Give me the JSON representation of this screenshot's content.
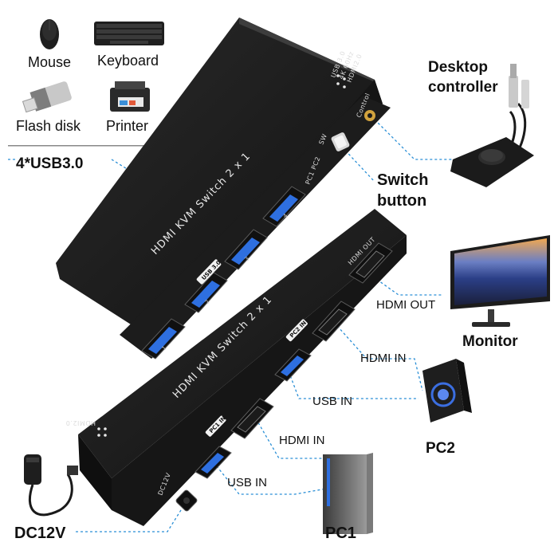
{
  "peripherals": {
    "mouse": "Mouse",
    "keyboard": "Keyboard",
    "flash_disk": "Flash disk",
    "printer": "Printer",
    "usb_ports": "4*USB3.0"
  },
  "callouts": {
    "desktop_controller_line1": "Desktop",
    "desktop_controller_line2": "controller",
    "switch_button_line1": "Switch",
    "switch_button_line2": "button",
    "hdmi_out": "HDMI OUT",
    "monitor": "Monitor",
    "hdmi_in_pc2": "HDMI IN",
    "usb_in_pc2": "USB IN",
    "pc2": "PC2",
    "hdmi_in_pc1": "HDMI IN",
    "usb_in_pc1": "USB IN",
    "pc1": "PC1",
    "power": "DC12V"
  },
  "device": {
    "front_title": "HDMI KVM Switch 2 x 1",
    "rear_title": "HDMI KVM Switch 2 x 1",
    "usb_tag": "USB 3.0",
    "port_1": "1",
    "port_2": "2",
    "port_3": "3",
    "port_4": "4",
    "spec_usb": "USB 3.0",
    "spec_res": "4K 60Hz",
    "spec_hdmi": "HDMI2.0",
    "control_label": "Control",
    "sw_label": "SW",
    "pc_select": "PC1 PC2",
    "hdmi_out_tag": "HDMI OUT",
    "pc2_in_tag": "PC2 IN",
    "pc1_in_tag": "PC1 IN",
    "dc_tag": "DC12V"
  },
  "colors": {
    "callout_line": "#2a8fd6",
    "device_body": "#1b1b1b",
    "usb_port_blue": "#2e6fe0"
  }
}
